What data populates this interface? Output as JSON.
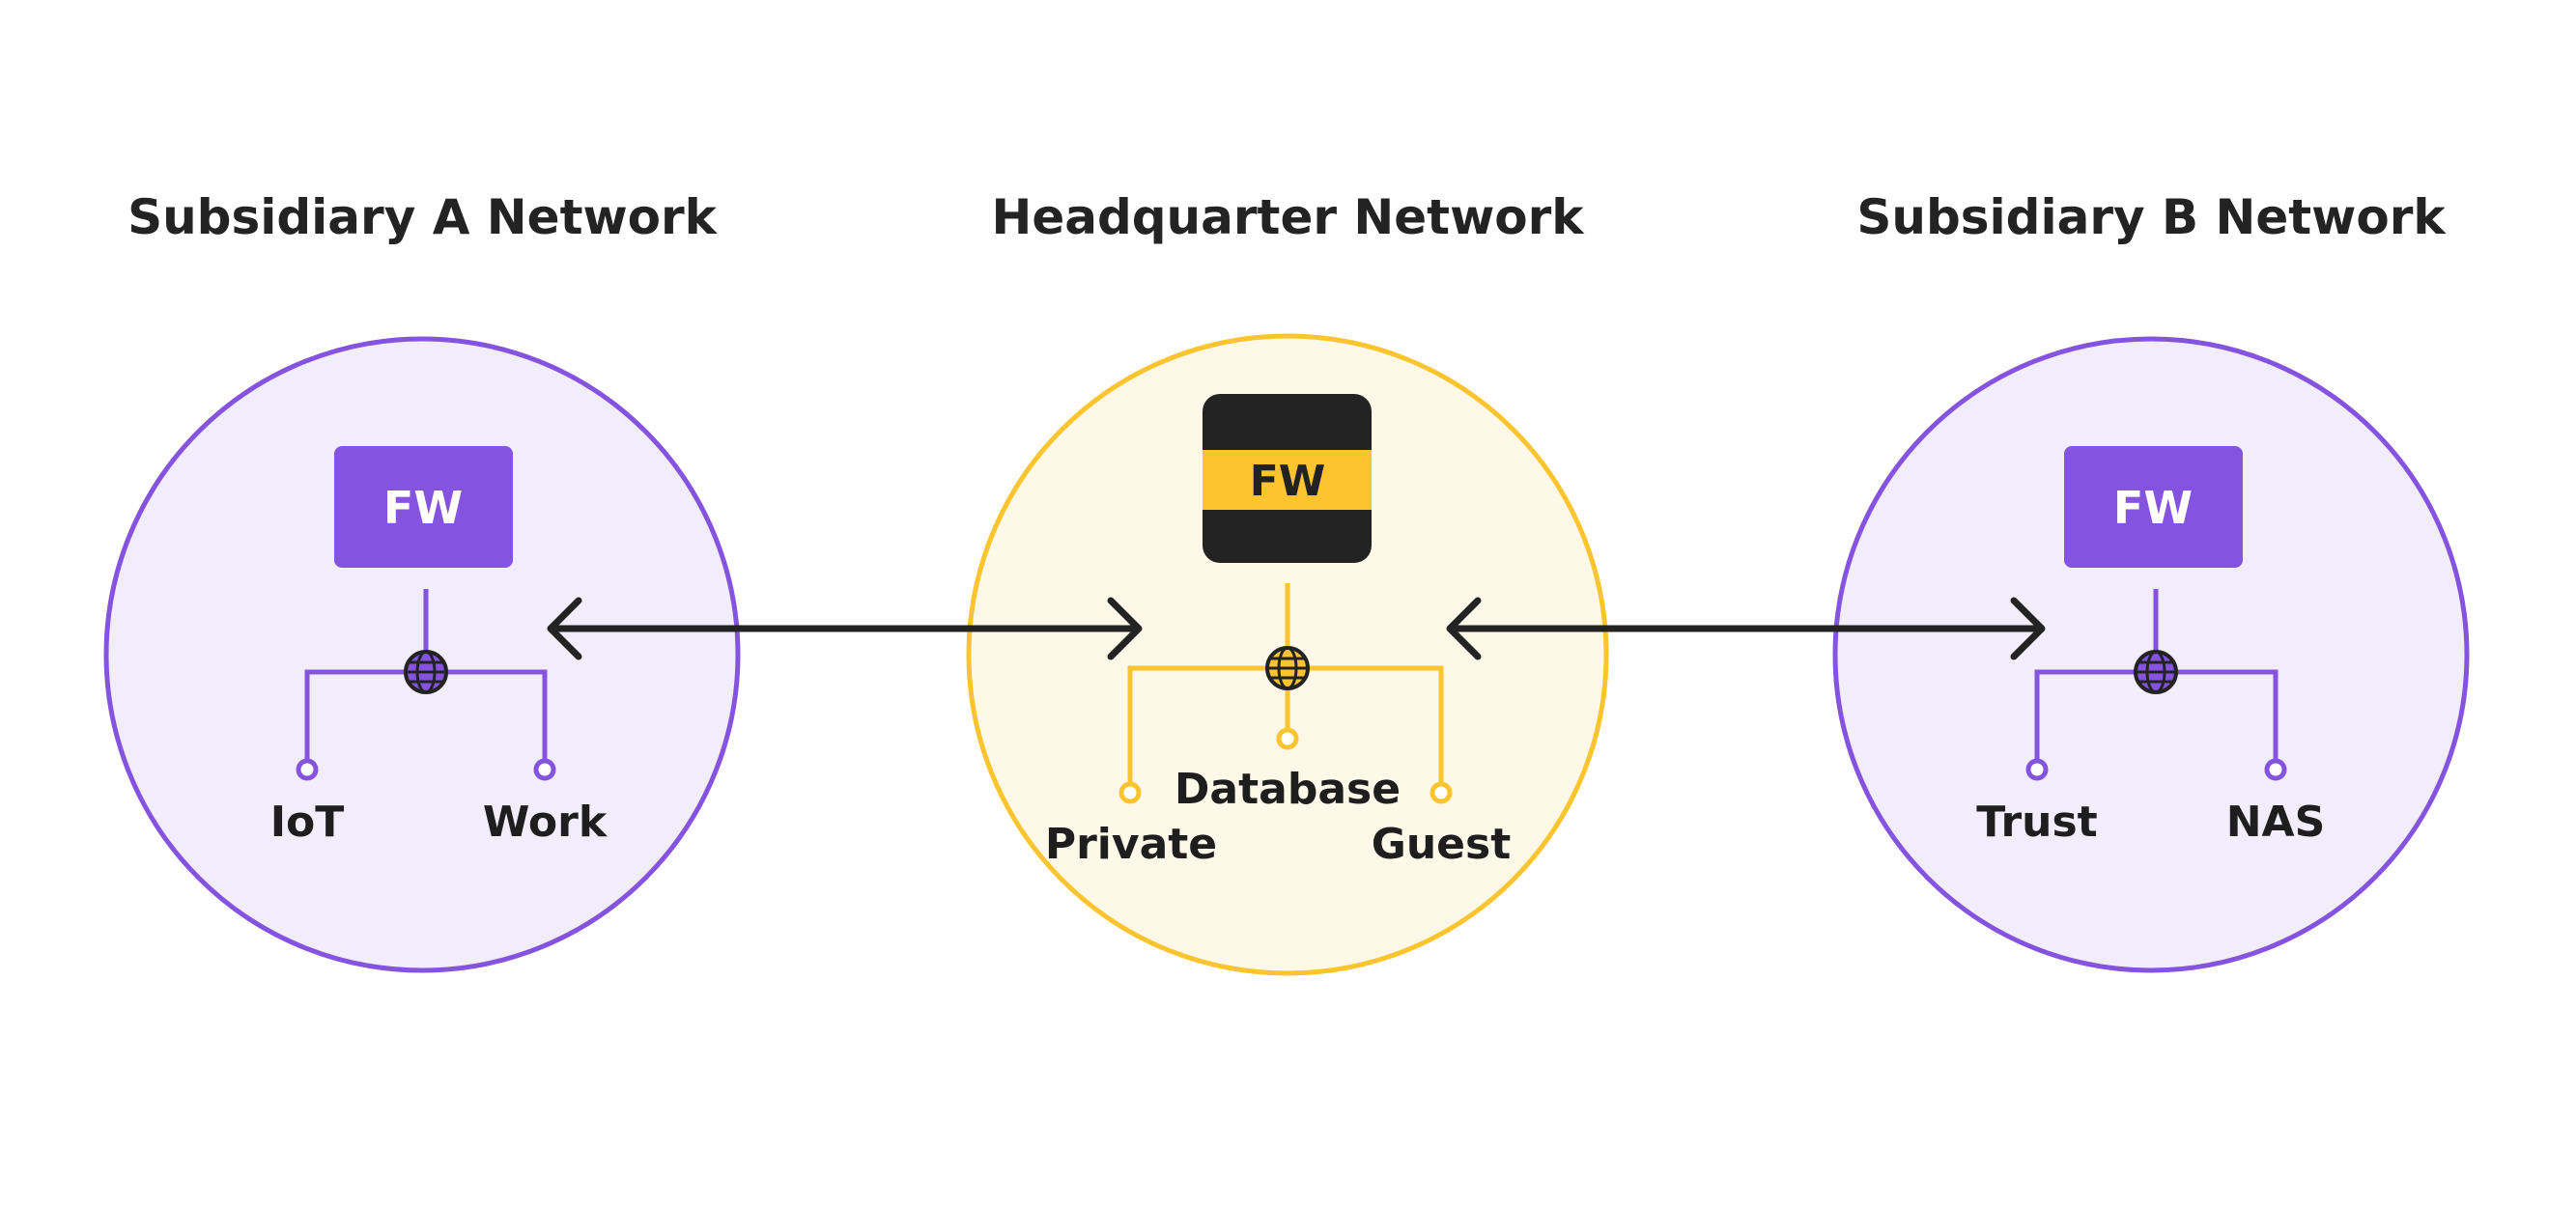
{
  "colors": {
    "purple": "#8453e0",
    "purple_fill": "#f2edfb",
    "yellow": "#fcc52f",
    "yellow_fill": "#fef8e9",
    "dark": "#232323"
  },
  "networks": {
    "subsidiary_a": {
      "title": "Subsidiary A Network",
      "firewall": "FW",
      "endpoints": [
        "IoT",
        "Work"
      ]
    },
    "headquarter": {
      "title": "Headquarter Network",
      "firewall": "FW",
      "endpoints": [
        "Private",
        "Database",
        "Guest"
      ]
    },
    "subsidiary_b": {
      "title": "Subsidiary B Network",
      "firewall": "FW",
      "endpoints": [
        "Trust",
        "NAS"
      ]
    }
  },
  "icons": {
    "hub": "globe-icon",
    "link": "double-arrow-icon"
  }
}
